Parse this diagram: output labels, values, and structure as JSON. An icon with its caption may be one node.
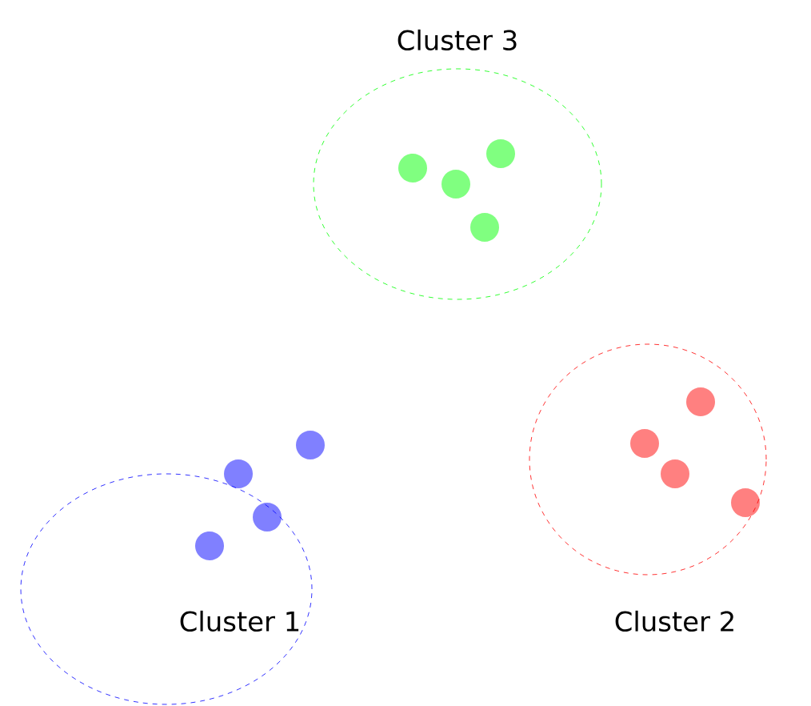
{
  "diagram": {
    "nodes": [
      {
        "text": [
          "Cluster 3"
        ]
      },
      {
        "text": [
          "Cluster 1"
        ]
      },
      {
        "text": [
          "Cluster 2"
        ]
      }
    ]
  }
}
